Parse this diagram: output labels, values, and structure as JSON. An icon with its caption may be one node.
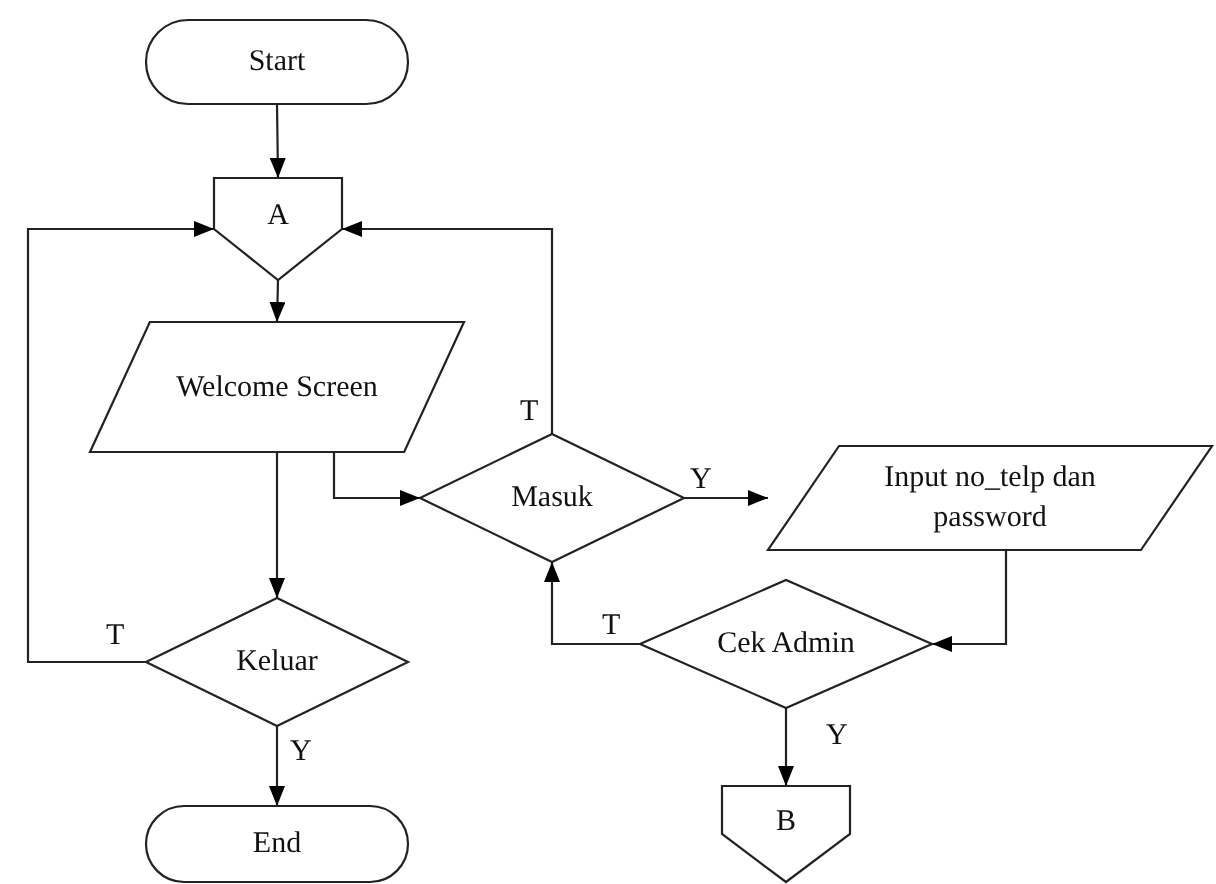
{
  "diagram": {
    "nodes": [
      {
        "text": [
          "Start"
        ]
      },
      {
        "text": [
          "A"
        ]
      },
      {
        "text": [
          "Welcome Screen"
        ]
      },
      {
        "text": [
          "Keluar"
        ]
      },
      {
        "text": [
          "End"
        ]
      },
      {
        "text": [
          "Masuk"
        ]
      },
      {
        "text": [
          "Input no_telp dan password"
        ]
      },
      {
        "text": [
          "Cek Admin"
        ]
      },
      {
        "text": [
          "B"
        ]
      }
    ],
    "edges": [
      {
        "from": 0,
        "to": 1,
        "arrow": "to"
      },
      {
        "from": 1,
        "to": 2,
        "arrow": "to"
      },
      {
        "from": 2,
        "to": 3,
        "arrow": "to"
      },
      {
        "from": 3,
        "to": 1,
        "arrow": "to",
        "label": "T"
      },
      {
        "from": 3,
        "to": 4,
        "arrow": "to",
        "label": "Y"
      },
      {
        "from": 2,
        "to": 5,
        "arrow": "to"
      },
      {
        "from": 5,
        "to": 1,
        "arrow": "to",
        "label": "T"
      },
      {
        "from": 5,
        "to": 6,
        "arrow": "to",
        "label": "Y"
      },
      {
        "from": 6,
        "to": 7,
        "arrow": "to"
      },
      {
        "from": 7,
        "to": 5,
        "arrow": "to",
        "label": "T"
      },
      {
        "from": 7,
        "to": 8,
        "arrow": "to",
        "label": "Y"
      }
    ]
  }
}
